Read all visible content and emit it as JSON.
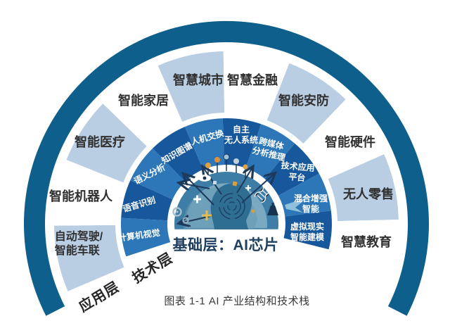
{
  "figure": {
    "caption": "图表 1-1 AI 产业结构和技术栈",
    "core_label": "基础层：AI芯片",
    "layer_labels": {
      "application": "应用层",
      "technology": "技术层"
    },
    "application_ring": [
      "自动驾驶/\n智能车联",
      "智能机器人",
      "智能医疗",
      "智能家居",
      "智慧城市",
      "智慧金融",
      "智能安防",
      "智能硬件",
      "无人零售",
      "智慧教育"
    ],
    "technology_ring": [
      "计算机视觉",
      "语音识别",
      "语义分析",
      "知识图谱",
      "人机交换",
      "自主\n无人系统",
      "跨媒体\n分析推理",
      "技术应用\n平台",
      "混合增强\n智能",
      "虚拟现实\n智能建模"
    ],
    "core_illustration_icons": [
      "head-profile-icon",
      "eye-icon",
      "pin-icons",
      "dna-icon",
      "flask-icon",
      "gear-icon",
      "sparkle-icons",
      "paper-plane-icon",
      "arrow-icons"
    ]
  },
  "colors": {
    "outer_ring": "#0e5f8b",
    "application_wedge_light": "#b9cde3",
    "application_wedge_white": "#ffffff",
    "technology_segment_medium": "#2d77b8",
    "technology_segment_dark": "#17589c",
    "dome_band": "#3e7da6",
    "dome_inner": "#7aa9c2",
    "head_fill": "#2f6e93",
    "core_text": "#20405f",
    "outer_label_text": "#303030",
    "tech_label_text": "#ffffff"
  }
}
